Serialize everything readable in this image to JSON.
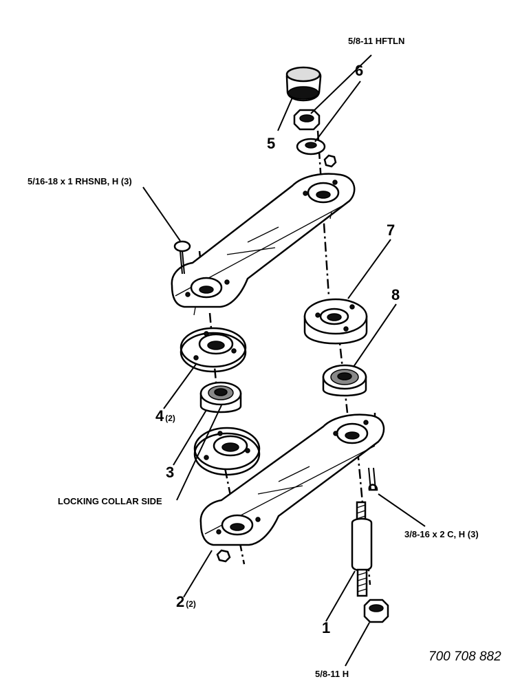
{
  "callouts": {
    "p1": "1",
    "p2": "2",
    "p2_qty": "(2)",
    "p3": "3",
    "p4": "4",
    "p4_qty": "(2)",
    "p5": "5",
    "p6": "6",
    "p7": "7",
    "p8": "8"
  },
  "hardware": {
    "hftln": "5/8-11 HFTLN",
    "rhsnb": "5/16-18 x 1 RHSNB, H (3)",
    "carriage": "3/8-16 x 2 C, H (3)",
    "hex_nut": "5/8-11 H"
  },
  "notes": {
    "locking_collar": "LOCKING COLLAR SIDE"
  },
  "drawing_number": "700 708 882"
}
